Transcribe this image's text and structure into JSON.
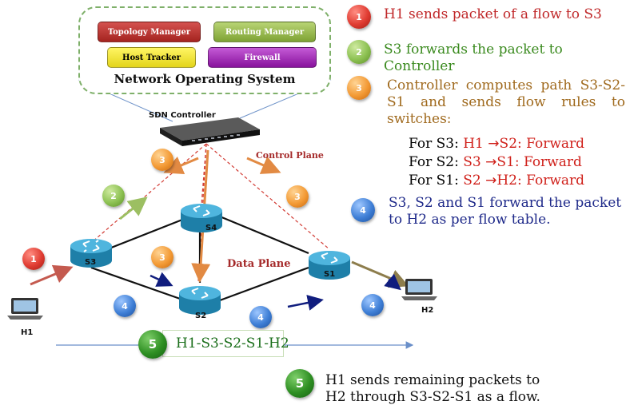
{
  "nos": {
    "title": "Network Operating System",
    "modules": [
      {
        "label": "Topology Manager",
        "color": "#b5302c"
      },
      {
        "label": "Routing Manager",
        "color": "#8db545"
      },
      {
        "label": "Host Tracker",
        "color": "#f2e436"
      },
      {
        "label": "Firewall",
        "color": "#a020b8"
      }
    ]
  },
  "controller": {
    "label": "SDN Controller"
  },
  "planes": {
    "control": "Control Plane",
    "data": "Data Plane"
  },
  "switches": [
    "S3",
    "S4",
    "S2",
    "S1"
  ],
  "hosts": [
    "H1",
    "H2"
  ],
  "path": {
    "label": "H1-S3-S2-S1-H2"
  },
  "steps": [
    {
      "num": "1",
      "text": "H1 sends packet of a flow to S3",
      "color": "#c0282a"
    },
    {
      "num": "2",
      "text": "S3 forwards the packet to Controller",
      "color": "#3a8a1e"
    },
    {
      "num": "3",
      "text": "Controller computes path S3-S2-S1 and sends flow rules to switches:",
      "color": "#a06a1e"
    },
    {
      "num": "4",
      "text": "S3, S2 and S1 forward the packet to H2 as per flow table.",
      "color": "#1f2a8a"
    },
    {
      "num": "5",
      "text": "H1 sends remaining packets to H2 through S3-S2-S1 as a flow.",
      "color": "#111111"
    }
  ],
  "flow_rules": [
    {
      "prefix": "For S3: ",
      "src": "H1",
      "arrow": "→",
      "dst": "S2: Forward"
    },
    {
      "prefix": "For S2: ",
      "src": "S3",
      "arrow": "→",
      "dst": "S1: Forward"
    },
    {
      "prefix": "For S1: ",
      "src": "S2",
      "arrow": "→",
      "dst": "H2: Forward"
    }
  ],
  "diagram_badges": [
    "1",
    "2",
    "3",
    "3",
    "3",
    "4",
    "4",
    "4",
    "5"
  ]
}
